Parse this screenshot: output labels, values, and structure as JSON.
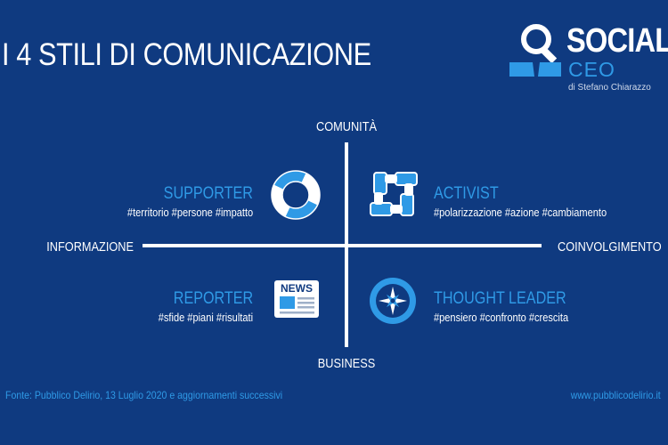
{
  "title": "I 4 STILI DI COMUNICAZIONE",
  "logo": {
    "word": "SOCIAL",
    "sub": "CEO",
    "byline": "di Stefano Chiarazzo"
  },
  "axes": {
    "top": "COMUNITÀ",
    "bottom": "BUSINESS",
    "left": "INFORMAZIONE",
    "right": "COINVOLGIMENTO"
  },
  "quadrants": {
    "supporter": {
      "title": "SUPPORTER",
      "tags": "#territorio #persone #impatto",
      "icon": "lifebuoy-icon"
    },
    "activist": {
      "title": "ACTIVIST",
      "tags": "#polarizzazione #azione #cambiamento",
      "icon": "joined-hands-icon"
    },
    "reporter": {
      "title": "REPORTER",
      "tags": "#sfide #piani #risultati",
      "icon": "newspaper-icon",
      "icon_text": "NEWS"
    },
    "thought_leader": {
      "title": "THOUGHT LEADER",
      "tags": "#pensiero #confronto #crescita",
      "icon": "compass-icon"
    }
  },
  "footer": {
    "source": "Fonte: Pubblico Delirio,  13 Luglio 2020 e aggiornamenti successivi",
    "url": "www.pubblicodelirio.it"
  },
  "colors": {
    "background": "#0f3a80",
    "accent": "#2f9ae6",
    "text": "#ffffff"
  }
}
